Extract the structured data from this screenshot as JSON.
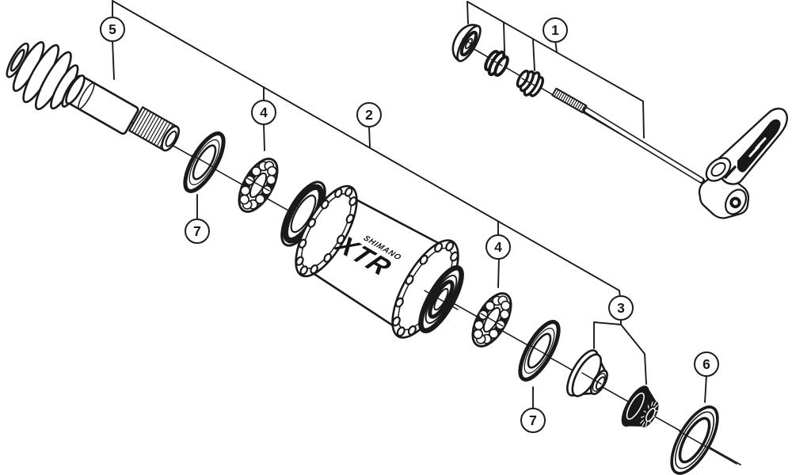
{
  "brand": {
    "name": "SHIMANO",
    "model": "XTR"
  },
  "callouts": [
    {
      "label": "5"
    },
    {
      "label": "4"
    },
    {
      "label": "2"
    },
    {
      "label": "1"
    },
    {
      "label": "7"
    },
    {
      "label": "4"
    },
    {
      "label": "3"
    },
    {
      "label": "7"
    },
    {
      "label": "6"
    }
  ],
  "colors": {
    "line": "#1a1a1a",
    "background": "#ffffff",
    "label": "#16181d"
  }
}
